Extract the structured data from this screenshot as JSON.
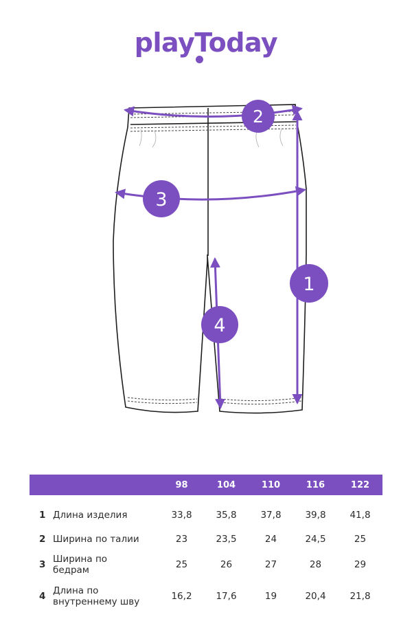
{
  "brand": {
    "logo_text": "playToday",
    "accent_color": "#7b4fc0"
  },
  "diagram": {
    "markers": [
      {
        "id": "1",
        "measures": "Длина изделия"
      },
      {
        "id": "2",
        "measures": "Ширина по талии"
      },
      {
        "id": "3",
        "measures": "Ширина по бедрам"
      },
      {
        "id": "4",
        "measures": "Длина по внутреннему шву"
      }
    ]
  },
  "size_table": {
    "sizes": [
      "98",
      "104",
      "110",
      "116",
      "122"
    ],
    "rows": [
      {
        "num": "1",
        "name": "Длина изделия",
        "values": [
          "33,8",
          "35,8",
          "37,8",
          "39,8",
          "41,8"
        ]
      },
      {
        "num": "2",
        "name": "Ширина по талии",
        "values": [
          "23",
          "23,5",
          "24",
          "24,5",
          "25"
        ]
      },
      {
        "num": "3",
        "name": "Ширина по бедрам",
        "values": [
          "25",
          "26",
          "27",
          "28",
          "29"
        ]
      },
      {
        "num": "4",
        "name": "Длина по внутреннему шву",
        "values": [
          "16,2",
          "17,6",
          "19",
          "20,4",
          "21,8"
        ]
      }
    ]
  }
}
